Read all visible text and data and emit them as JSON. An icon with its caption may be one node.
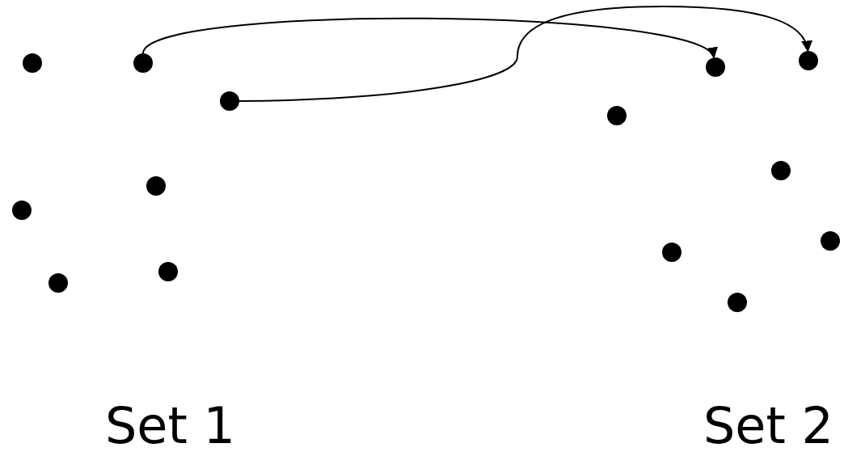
{
  "diagram": {
    "nodes": [
      {
        "text": [],
        "shape": "circle"
      },
      {
        "text": [],
        "shape": "circle"
      },
      {
        "text": [],
        "shape": "circle"
      },
      {
        "text": [],
        "shape": "circle"
      },
      {
        "text": [],
        "shape": "circle"
      },
      {
        "text": [],
        "shape": "circle"
      },
      {
        "text": [],
        "shape": "circle"
      },
      {
        "text": [],
        "shape": "circle"
      },
      {
        "text": [],
        "shape": "circle"
      },
      {
        "text": [],
        "shape": "circle"
      },
      {
        "text": [],
        "shape": "circle"
      },
      {
        "text": [],
        "shape": "circle"
      },
      {
        "text": [],
        "shape": "circle"
      },
      {
        "text": [],
        "shape": "circle"
      }
    ],
    "edges": [
      {
        "from": 1,
        "to": 8,
        "arrow": "to"
      },
      {
        "from": 2,
        "to": 7,
        "arrow": "to"
      }
    ],
    "labels": [
      "Set 1",
      "Set 2"
    ]
  }
}
